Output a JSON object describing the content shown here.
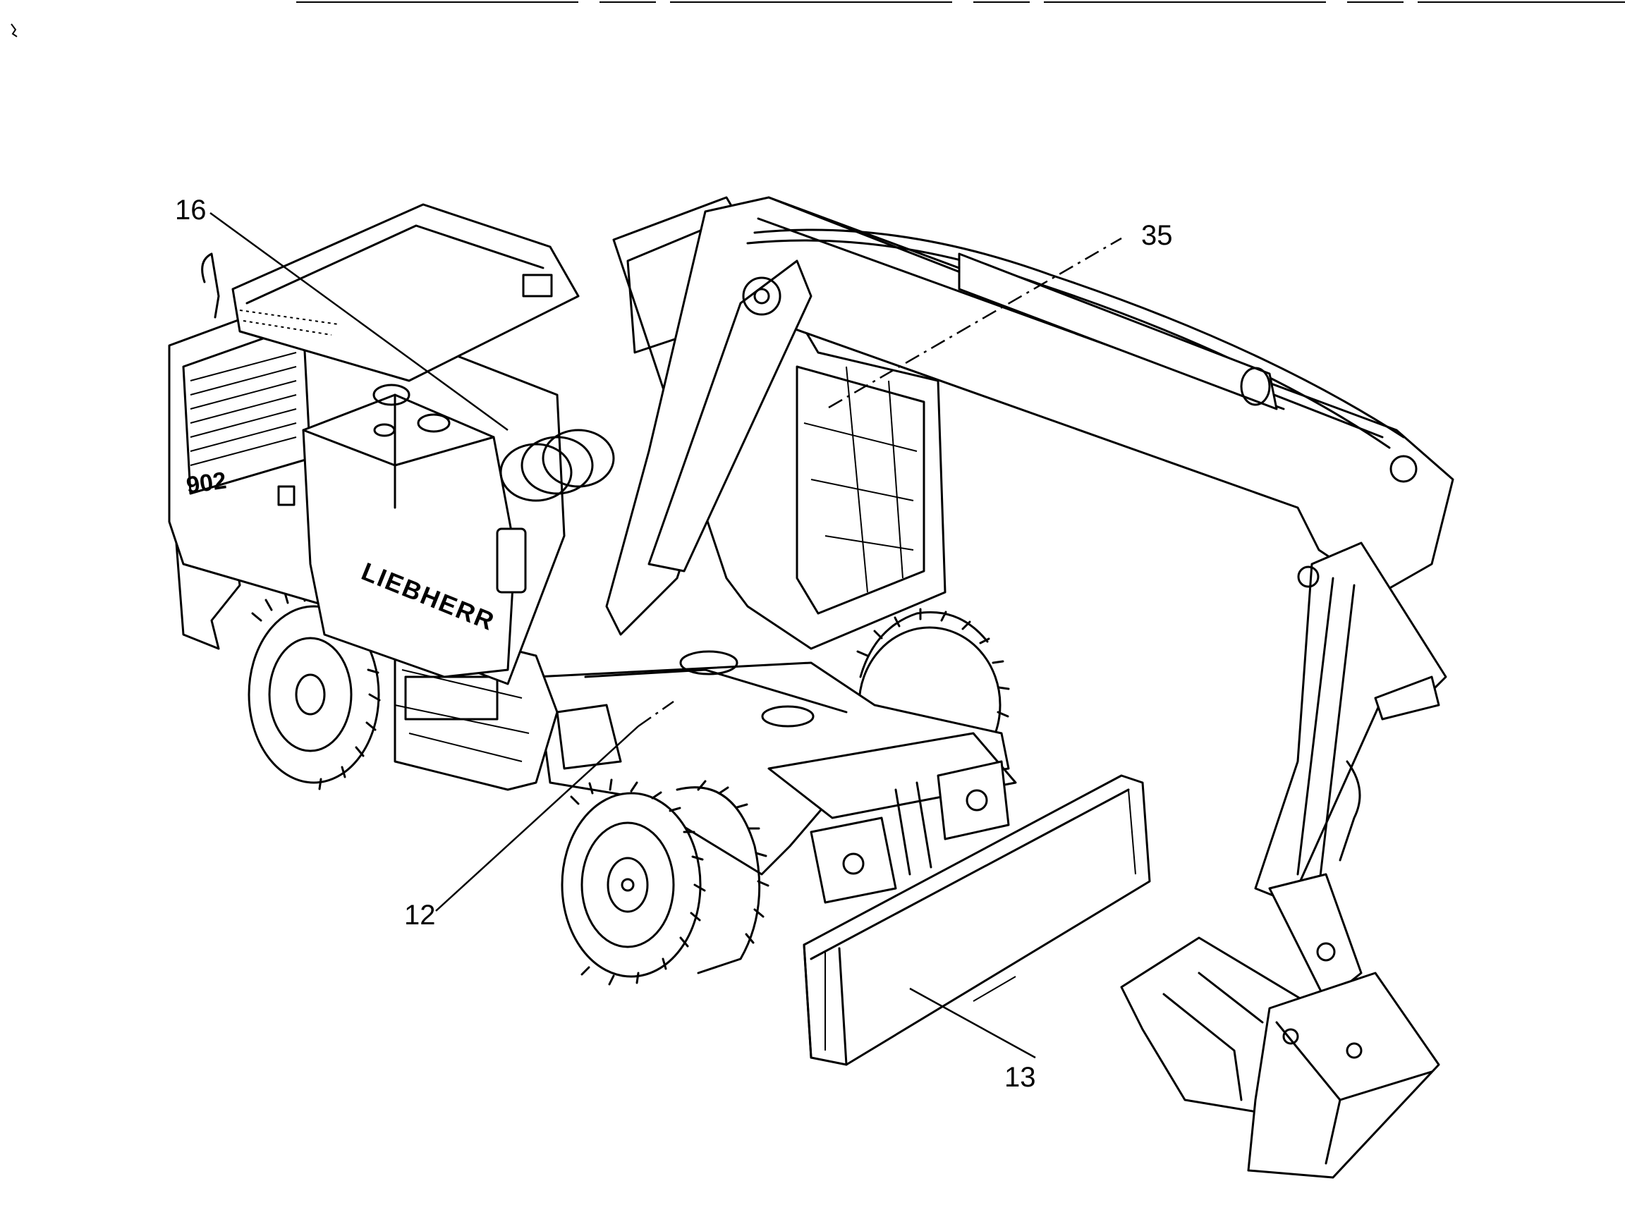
{
  "callouts": [
    {
      "id": "16",
      "text": "16"
    },
    {
      "id": "35",
      "text": "35"
    },
    {
      "id": "12",
      "text": "12"
    },
    {
      "id": "13",
      "text": "13"
    }
  ],
  "decals": {
    "brand": "LIEBHERR",
    "model": "902"
  }
}
